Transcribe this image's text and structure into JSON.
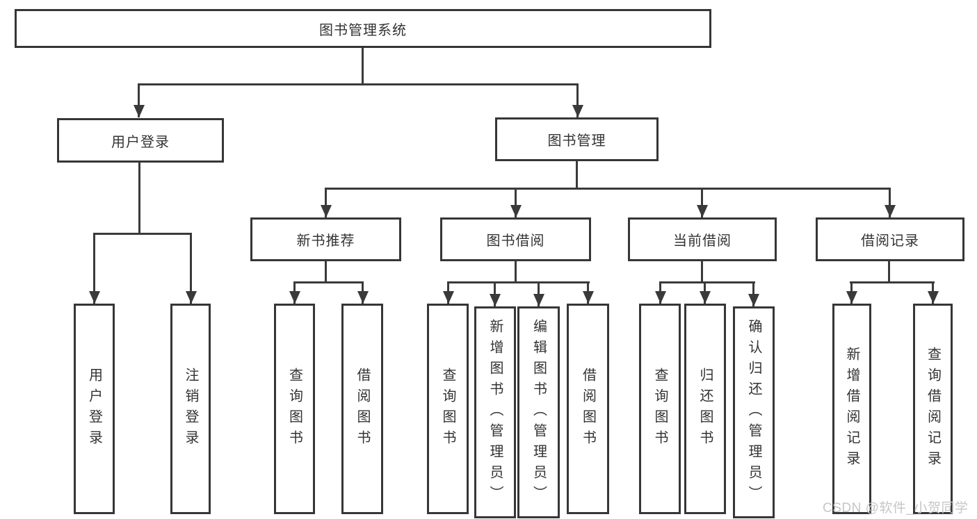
{
  "diagram": {
    "title": "图书管理系统",
    "level2": {
      "user_login": "用户登录",
      "book_mgmt": "图书管理"
    },
    "level3": {
      "new_book_rec": "新书推荐",
      "book_borrow": "图书借阅",
      "current_borrow": "当前借阅",
      "borrow_records": "借阅记录"
    },
    "leaves": {
      "user_login": "用户登录",
      "logout": "注销登录",
      "rec_query_book": "查询图书",
      "rec_borrow_book": "借阅图书",
      "bor_query_book": "查询图书",
      "bor_add_book": "新增图书（管理员）",
      "bor_edit_book": "编辑图书（管理员）",
      "bor_borrow_book": "借阅图书",
      "cur_query_book": "查询图书",
      "cur_return_book": "归还图书",
      "cur_confirm_return": "确认归还（管理员）",
      "rec2_add_record": "新增借阅记录",
      "rec2_query_record": "查询借阅记录"
    }
  },
  "watermark": "CSDN @软件_小贺同学",
  "colors": {
    "line": "#3a3a3a",
    "box_border": "#363636",
    "text": "#333333",
    "watermark": "#c6c6c6",
    "background": "#ffffff"
  }
}
